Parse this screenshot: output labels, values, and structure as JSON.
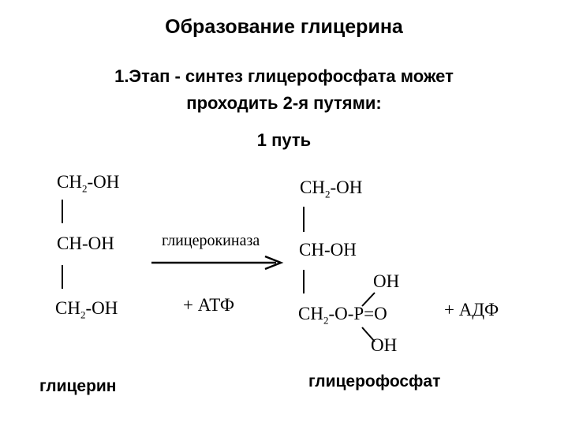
{
  "title": "Образование глицерина",
  "subtitle": {
    "line1": "1.Этап - синтез глицерофосфата может",
    "line2": "проходить 2-я путями:"
  },
  "path_label": "1 путь",
  "reactant": {
    "row1_ch": "CH",
    "row1_sub": "2",
    "row1_rest": "-OH",
    "row2": "CH-OH",
    "row3_ch": "CH",
    "row3_sub": "2",
    "row3_rest": "-OH",
    "name": "глицерин"
  },
  "reaction": {
    "enzyme": "глицерокиназа",
    "cofactor_in": "+ АТФ",
    "cofactor_out": "+ АДФ"
  },
  "product": {
    "row1_ch": "CH",
    "row1_sub": "2",
    "row1_rest": "-OH",
    "row2": "CH-OH",
    "phosphate_top": "OH",
    "row3_ch": "CH",
    "row3_sub": "2",
    "row3_rest": "-O-P=O",
    "phosphate_bottom": "OH",
    "name": "глицерофосфат"
  }
}
